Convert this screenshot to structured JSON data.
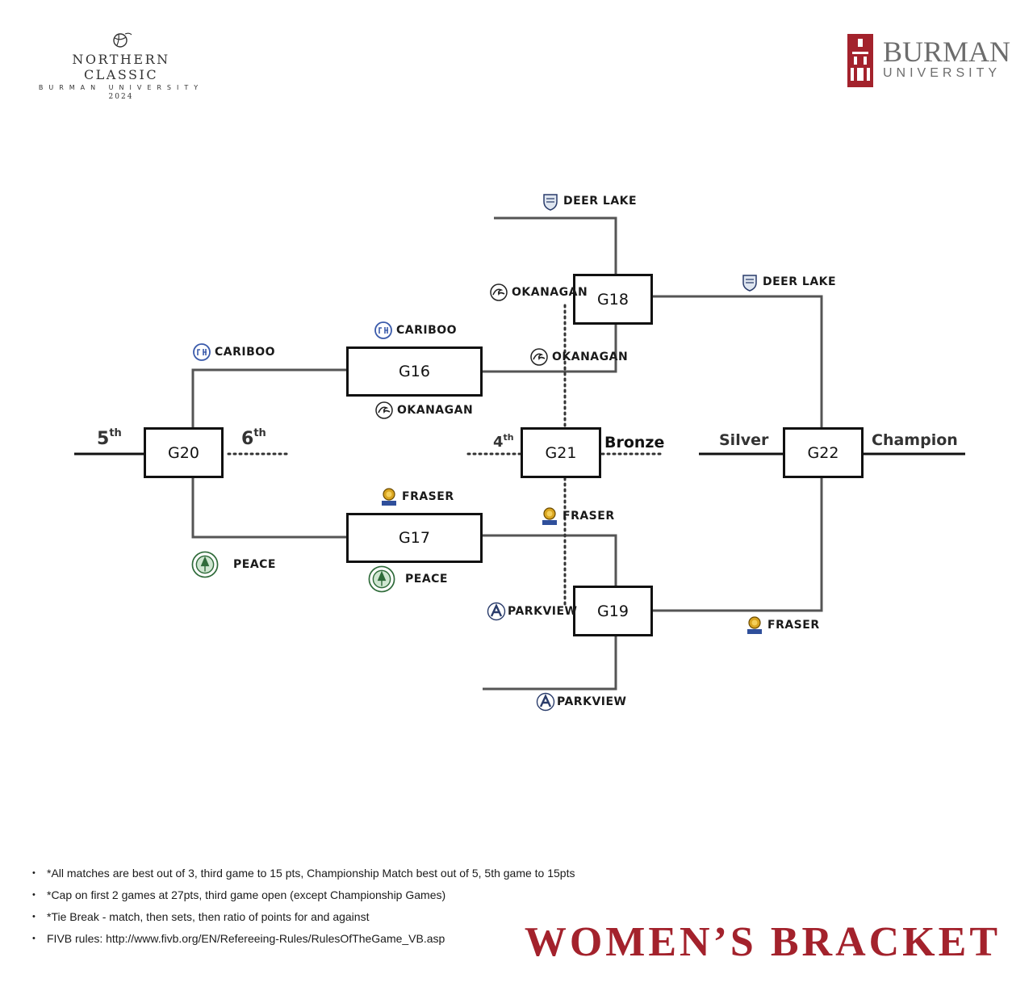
{
  "header": {
    "event_title": "NORTHERN CLASSIC",
    "event_subtitle": "BURMAN UNIVERSITY",
    "event_year": "2024",
    "university_name": "BURMAN",
    "university_word": "UNIVERSITY"
  },
  "games": {
    "g16": "G16",
    "g17": "G17",
    "g18": "G18",
    "g19": "G19",
    "g20": "G20",
    "g21": "G21",
    "g22": "G22"
  },
  "teams": {
    "deer_lake": "DEER LAKE",
    "okanagan": "OKANAGAN",
    "cariboo": "CARIBOO",
    "fraser": "FRASER",
    "peace": "PEACE",
    "parkview": "PARKVIEW"
  },
  "places": {
    "fifth_num": "5",
    "fifth_suffix": "th",
    "sixth_num": "6",
    "sixth_suffix": "th",
    "fourth_num": "4",
    "fourth_suffix": "th",
    "bronze": "Bronze",
    "silver": "Silver",
    "champion": "Champion"
  },
  "notes": [
    "*All matches are best out of 3, third game to 15 pts, Championship Match best out of 5, 5th game to 15pts",
    "*Cap on first 2 games at 27pts, third game open (except Championship Games)",
    "*Tie Break - match, then sets, then ratio of points for and against",
    "FIVB rules: http://www.fivb.org/EN/Refereeing-Rules/RulesOfTheGame_VB.asp"
  ],
  "bracket_title": "WOMEN’S BRACKET",
  "colors": {
    "accent": "#a3222c",
    "line": "#555555",
    "box_border": "#111111",
    "logo_gray": "#6d6d6d"
  },
  "icons": {
    "deer_lake": "crest-icon",
    "okanagan": "wave-icon",
    "cariboo": "cariboo-emblem-icon",
    "fraser": "lion-icon",
    "peace": "peace-seal-icon",
    "parkview": "parkview-a-icon"
  }
}
